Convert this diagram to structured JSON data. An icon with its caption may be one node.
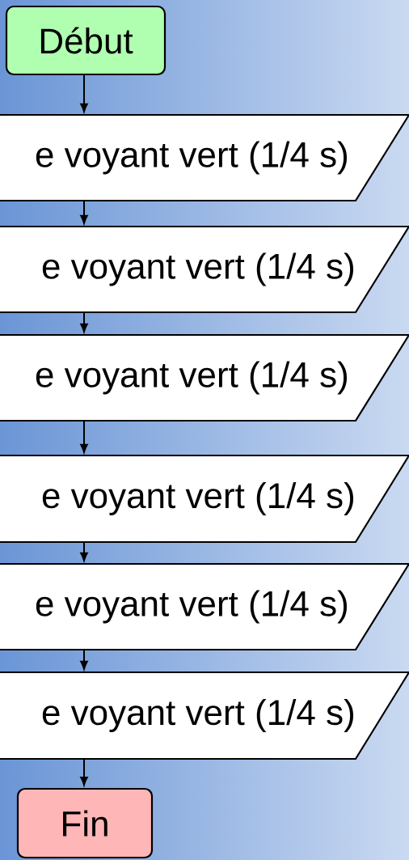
{
  "diagram": {
    "nodes": [
      {
        "text": [
          "Début"
        ]
      },
      {
        "text": [
          "e voyant vert (1/4 s)"
        ]
      },
      {
        "text": [
          "e voyant vert (1/4 s)"
        ]
      },
      {
        "text": [
          "e voyant vert (1/4 s)"
        ]
      },
      {
        "text": [
          "e voyant vert (1/4 s)"
        ]
      },
      {
        "text": [
          "e voyant vert (1/4 s)"
        ]
      },
      {
        "text": [
          "e voyant vert (1/4 s)"
        ]
      },
      {
        "text": [
          "Fin"
        ]
      }
    ],
    "edges": [
      {
        "from": 0,
        "to": 1,
        "arrow": "to"
      },
      {
        "from": 1,
        "to": 2,
        "arrow": "to"
      },
      {
        "from": 2,
        "to": 3,
        "arrow": "to"
      },
      {
        "from": 3,
        "to": 4,
        "arrow": "to"
      },
      {
        "from": 4,
        "to": 5,
        "arrow": "to"
      },
      {
        "from": 5,
        "to": 6,
        "arrow": "to"
      },
      {
        "from": 6,
        "to": 7,
        "arrow": "to"
      }
    ]
  }
}
